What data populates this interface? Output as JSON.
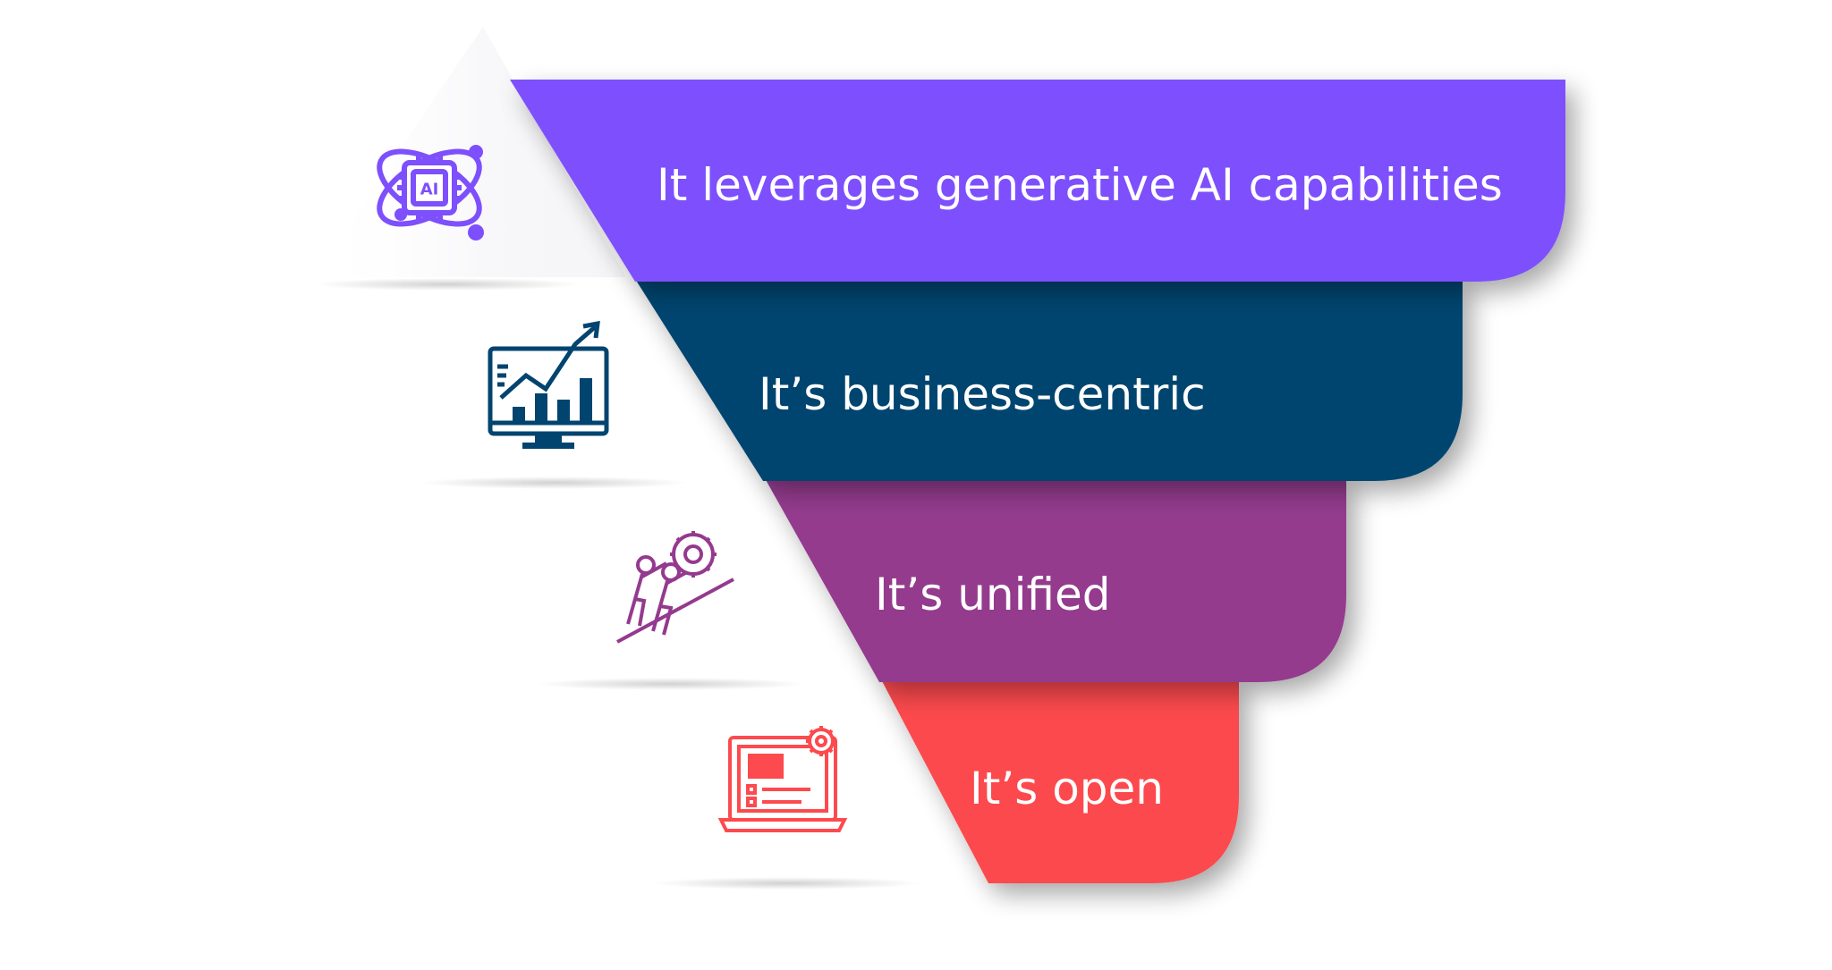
{
  "diagram": {
    "tiers": [
      {
        "label": "It leverages generative AI capabilities",
        "color": "#7E4FFC",
        "icon": "ai-atom-chip-icon"
      },
      {
        "label": "It’s business-centric",
        "color": "#01446F",
        "icon": "growth-chart-monitor-icon"
      },
      {
        "label": "It’s unified",
        "color": "#943A8E",
        "icon": "teamwork-gear-icon"
      },
      {
        "label": "It’s open",
        "color": "#FC4A4E",
        "icon": "laptop-settings-icon"
      }
    ],
    "icon_label": "AI"
  }
}
